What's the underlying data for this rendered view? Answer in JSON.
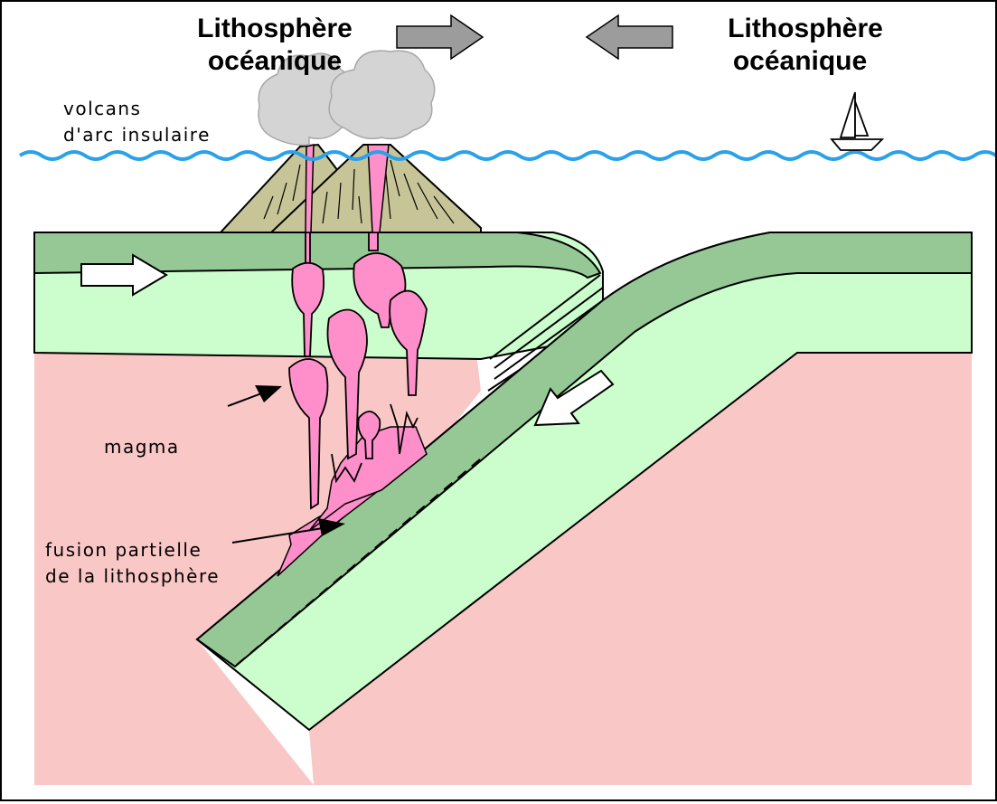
{
  "labels": {
    "left_plate_line1": "Lithosphère",
    "left_plate_line2": "océanique",
    "right_plate_line1": "Lithosphère",
    "right_plate_line2": "océanique",
    "volcano_line1": "volcans",
    "volcano_line2": "d'arc insulaire",
    "magma": "magma",
    "fusion_line1": "fusion partielle",
    "fusion_line2": "de la lithosphère"
  },
  "colors": {
    "mantle": "#f9c8c6",
    "lithosphere_light": "#ccfdcc",
    "crust_dark": "#96c896",
    "magma": "#ff8fcb",
    "volcano": "#c7c598",
    "smoke": "#d4d4d4",
    "sea": "#2aa1e8",
    "gray_arrow": "#9c9c9c",
    "white_arrow": "#ffffff",
    "outline": "#000000"
  }
}
